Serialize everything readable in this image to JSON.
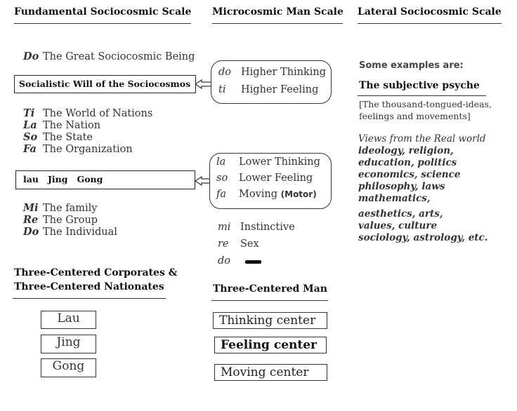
{
  "headers": {
    "fundamental": "Fundamental Sociocosmic Scale",
    "microcosmic": "Microcosmic Man Scale",
    "lateral": "Lateral Sociocosmic Scale"
  },
  "fundamental": {
    "top": {
      "symbol": "Do",
      "label": "The Great Sociocosmic Being"
    },
    "will_box": "Socialistic Will of the Sociocosmos",
    "group1": [
      {
        "symbol": "Ti",
        "label": "The World of Nations"
      },
      {
        "symbol": "La",
        "label": "The Nation"
      },
      {
        "symbol": "So",
        "label": "The State"
      },
      {
        "symbol": "Fa",
        "label": "The Organization"
      }
    ],
    "lau_box": "lau   Jing   Gong",
    "group2": [
      {
        "symbol": "Mi",
        "label": "The family"
      },
      {
        "symbol": "Re",
        "label": "The Group"
      },
      {
        "symbol": "Do",
        "label": "The Individual"
      }
    ]
  },
  "microcosmic": {
    "upper": [
      {
        "symbol": "do",
        "label": "Higher Thinking"
      },
      {
        "symbol": "ti",
        "label": "Higher Feeling"
      }
    ],
    "lower": [
      {
        "symbol": "la",
        "label": "Lower Thinking"
      },
      {
        "symbol": "so",
        "label": "Lower Feeling"
      },
      {
        "symbol": "fa",
        "label": "Moving",
        "extra": "(Motor)"
      }
    ],
    "bottom": [
      {
        "symbol": "mi",
        "label": "Instinctive"
      },
      {
        "symbol": "re",
        "label": "Sex"
      },
      {
        "symbol": "do",
        "label": ""
      }
    ]
  },
  "lateral": {
    "intro": "Some examples are:",
    "subjective": "The subjective psyche",
    "subjective_note_1": "[The thousand-tongued-ideas,",
    "subjective_note_2": "feelings and movements]",
    "views_lines": [
      "Views from the Real world",
      "ideology, religion,",
      "education, politics",
      "economics, science",
      "philosophy, laws",
      "mathematics,"
    ],
    "arts_lines": [
      "aesthetics, arts,",
      "values, culture",
      "sociology, astrology, etc."
    ]
  },
  "corporates": {
    "title_1": "Three-Centered Corporates  &",
    "title_2": "Three-Centered Nationates",
    "boxes": [
      "Lau",
      "Jing",
      "Gong"
    ]
  },
  "three_centered_man": {
    "title": "Three-Centered Man",
    "centers": [
      "Thinking center",
      "Feeling center",
      "Moving center"
    ]
  }
}
